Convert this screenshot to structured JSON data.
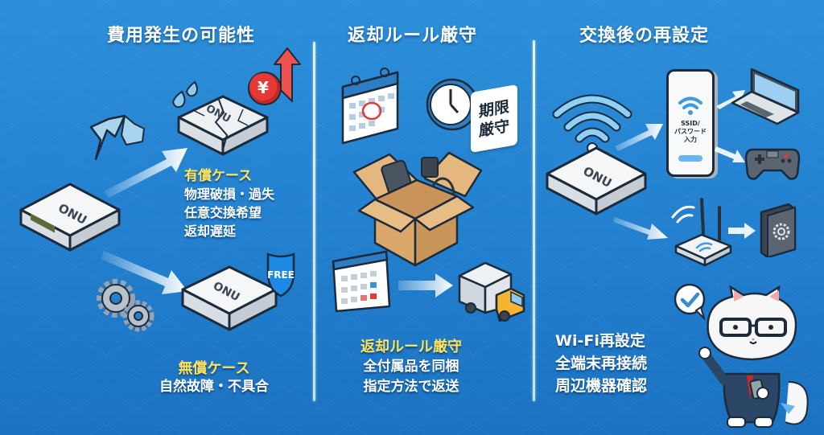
{
  "sections": [
    {
      "title": "費用発生の可能性",
      "paid_case": {
        "heading": "有償ケース",
        "lines": [
          "物理破損・過失",
          "任意交換希望",
          "返却遅延"
        ]
      },
      "free_case": {
        "heading": "無償ケース",
        "lines": [
          "自然故障・不具合"
        ]
      },
      "icons": {
        "onu_label": "ONU",
        "yen_symbol": "¥",
        "shield_label": "FREE"
      }
    },
    {
      "title": "返却ルール厳守",
      "deadline_badge": [
        "期限",
        "厳守"
      ],
      "caption": {
        "heading": "返却ルール厳守",
        "lines": [
          "全付属品を同梱",
          "指定方法で返送"
        ]
      }
    },
    {
      "title": "交換後の再設定",
      "phone_screen": [
        "SSID/",
        "パスワード",
        "入力"
      ],
      "onu_label": "ONU",
      "caption": {
        "lines": [
          "Wi-Fi再設定",
          "全端末再接続",
          "周辺機器確認"
        ]
      }
    }
  ],
  "colors": {
    "background": "#2280cf",
    "heading_yellow": "#ffe45a",
    "text_white": "#ffffff",
    "yen_red": "#e53935",
    "truck_yellow": "#f5b431",
    "box_brown": "#d9a86c"
  }
}
